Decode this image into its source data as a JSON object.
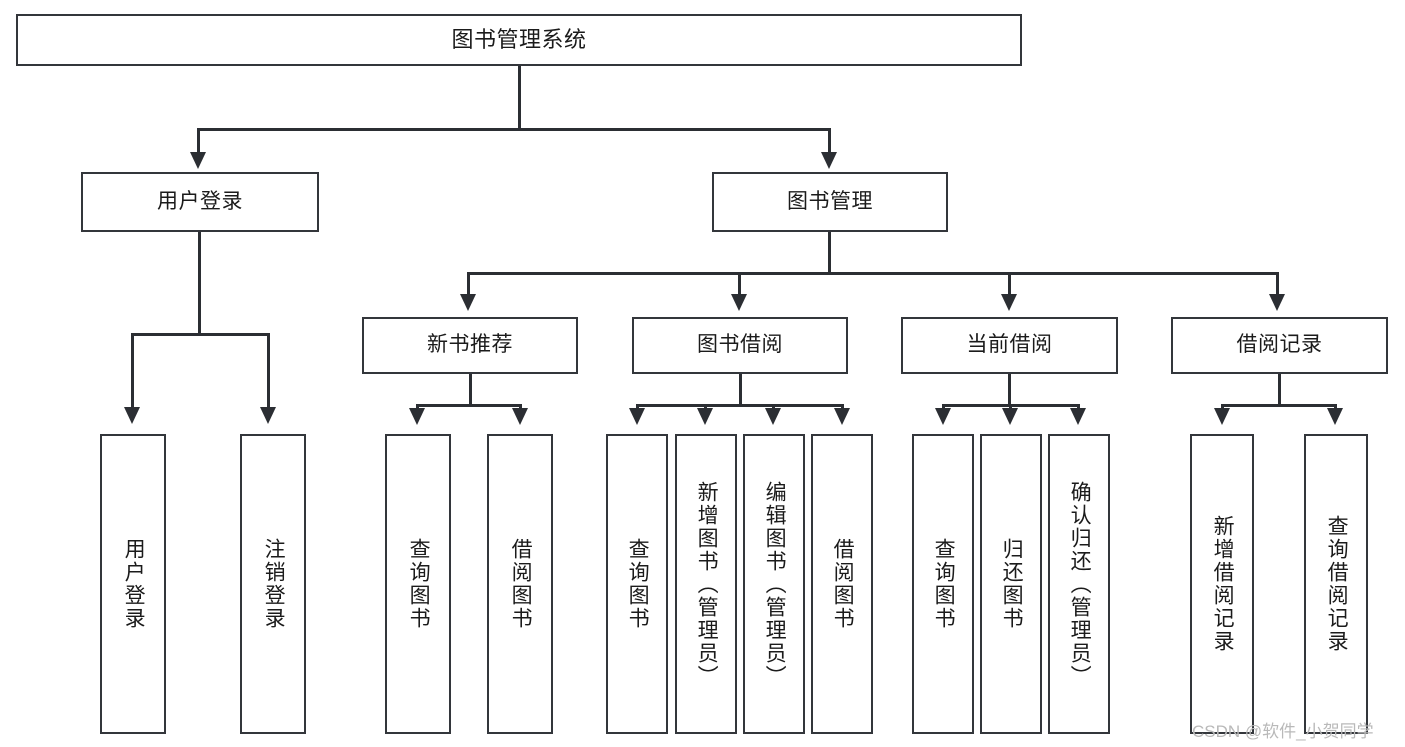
{
  "diagram": {
    "title": "图书管理系统",
    "type": "tree",
    "watermark": "CSDN @软件_小贺同学",
    "colors": {
      "box_border": "#33363b",
      "box_fill": "#ffffff",
      "connector": "#2b2e33",
      "text": "#1b1b1b",
      "watermark": "#b9b9b9"
    },
    "root": {
      "label": "图书管理系统"
    },
    "level2": [
      {
        "label": "用户登录"
      },
      {
        "label": "图书管理"
      }
    ],
    "level3": [
      {
        "label": "新书推荐"
      },
      {
        "label": "图书借阅"
      },
      {
        "label": "当前借阅"
      },
      {
        "label": "借阅记录"
      }
    ],
    "leaves": {
      "user_login": [
        {
          "label": "用户登录"
        },
        {
          "label": "注销登录"
        }
      ],
      "new_book": [
        {
          "label": "查询图书"
        },
        {
          "label": "借阅图书"
        }
      ],
      "book_borrow": [
        {
          "label": "查询图书"
        },
        {
          "label": "新增图书（管理员）"
        },
        {
          "label": "编辑图书（管理员）"
        },
        {
          "label": "借阅图书"
        }
      ],
      "current_borrow": [
        {
          "label": "查询图书"
        },
        {
          "label": "归还图书"
        },
        {
          "label": "确认归还（管理员）"
        }
      ],
      "borrow_record": [
        {
          "label": "新增借阅记录"
        },
        {
          "label": "查询借阅记录"
        }
      ]
    }
  }
}
